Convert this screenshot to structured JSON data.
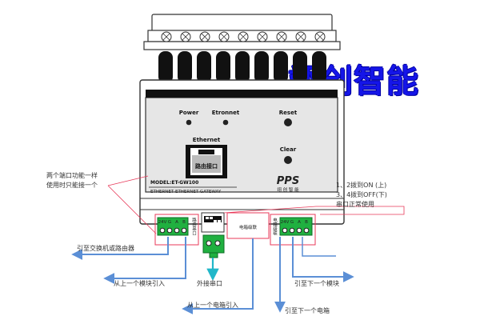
{
  "brand": {
    "text": "翊创智能",
    "color": "#1515e8"
  },
  "device": {
    "logo": "PPS",
    "logo_sub": "翊  创  智  能",
    "model": "MODEL:ET-GW100",
    "model_sub": "ETHERNET  ETHERNET  GATEWAY",
    "panel_labels": {
      "power": "Power",
      "etronnet": "Etronnet",
      "reset": "Reset",
      "ethernet": "Ethernet",
      "clear": "Clear",
      "router_port": "路由接口"
    },
    "terminal_labels": {
      "left_block_pins": [
        "24V",
        "G",
        "A",
        "B"
      ],
      "left_block_side": "路由串口",
      "power_link": "电箱级联",
      "right_block_pins": [
        "24V",
        "G",
        "A",
        "B"
      ],
      "right_block_side": "电箱级联"
    }
  },
  "annotations": {
    "two_ports_line1": "两个端口功能一样",
    "two_ports_line2": "使用时只能接一个",
    "dip_line1": "1、2拨到ON (上)",
    "dip_line2": "3、4拨到OFF(下)",
    "dip_line3": "串口正常使用",
    "to_switch": "引至交换机或路由器",
    "from_prev_module": "从上一个模块引入",
    "external_serial": "外接串口",
    "from_prev_box": "从上一个电箱引入",
    "to_next_module": "引至下一个模块",
    "to_next_box": "引至下一个电箱"
  },
  "colors": {
    "arrow": "#5b8fd6",
    "pointer": "#e83a5a",
    "led": "#222222",
    "terminal_green": "#20b040",
    "outline": "#333333"
  }
}
